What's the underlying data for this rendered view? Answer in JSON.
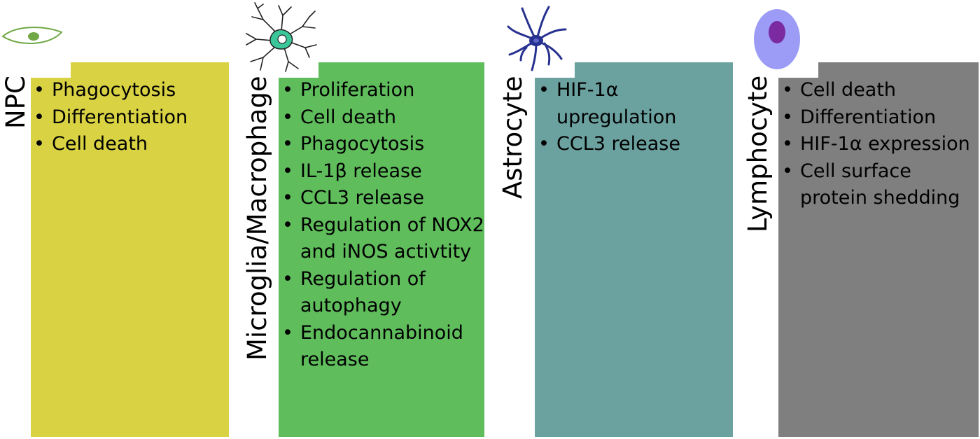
{
  "panels": [
    {
      "label": "NPC",
      "icon": "npc-cell-icon",
      "color": "#d9d343",
      "items": [
        "Phagocytosis",
        "Differentiation",
        "Cell death"
      ]
    },
    {
      "label": "Microglia/Macrophage",
      "icon": "microglia-cell-icon",
      "color": "#5fbd5c",
      "items": [
        "Proliferation",
        "Cell death",
        "Phagocytosis",
        "IL-1β release",
        "CCL3 release",
        "Regulation of NOX2 and iNOS activtity",
        "Regulation of autophagy",
        "Endocannabinoid release"
      ]
    },
    {
      "label": "Astrocyte",
      "icon": "astrocyte-cell-icon",
      "color": "#6ba19f",
      "items": [
        "HIF-1α upregulation",
        "CCL3 release"
      ]
    },
    {
      "label": "Lymphocyte",
      "icon": "lymphocyte-cell-icon",
      "color": "#7f7f7f",
      "items": [
        "Cell death",
        "Differentiation",
        "HIF-1α expression",
        "Cell surface protein shedding"
      ]
    }
  ]
}
